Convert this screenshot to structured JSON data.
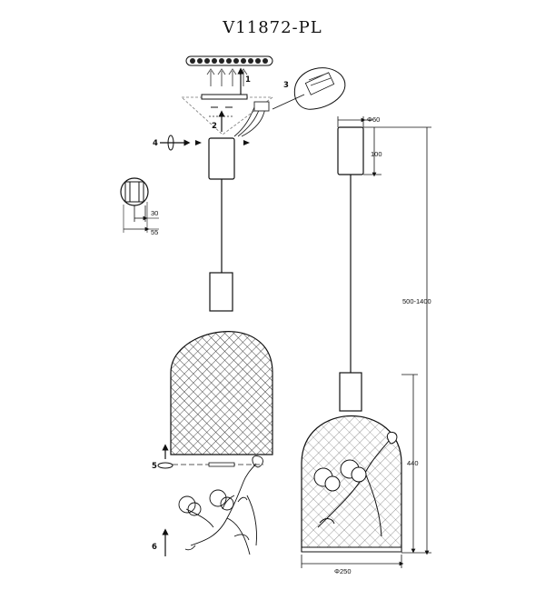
{
  "title": "V11872-PL",
  "steps": [
    "1",
    "2",
    "3",
    "4",
    "5",
    "6"
  ],
  "dimensions": {
    "canopy_diameter": "Φ60",
    "canopy_height": "100",
    "total_height": "500-1400",
    "shade_height": "440",
    "shade_diameter": "Φ250",
    "bracket_depth": "30",
    "bracket_width": "55"
  },
  "colors": {
    "line": "#111111",
    "mesh": "#333333"
  }
}
